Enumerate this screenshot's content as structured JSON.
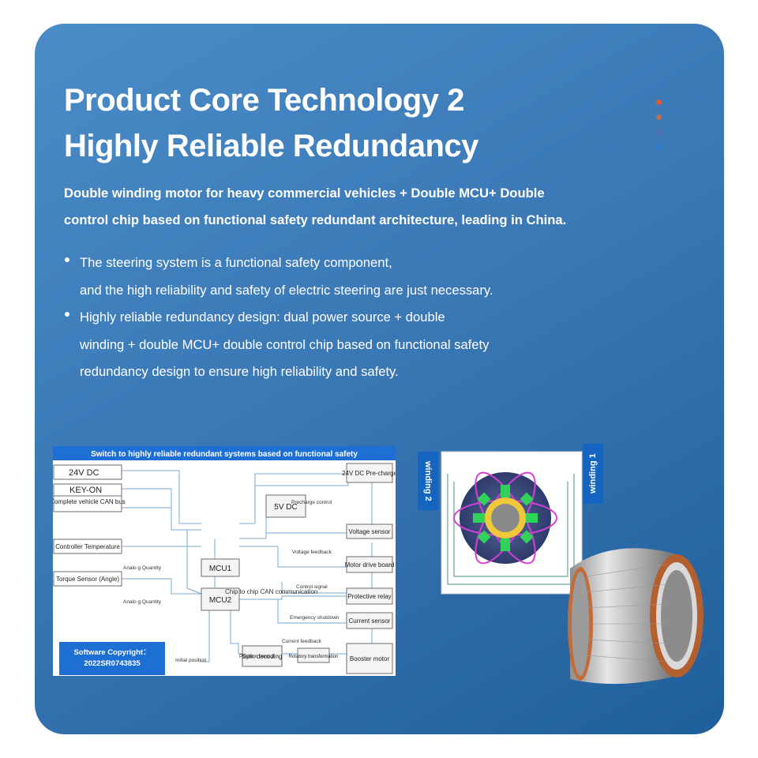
{
  "title": {
    "line1": "Product Core Technology 2",
    "line2": "Highly Reliable Redundancy"
  },
  "page_dots": [
    "#e85a2a",
    "#c06a50",
    "#5b6cab",
    "#2a7bd8"
  ],
  "subtitle": {
    "line1": "Double winding motor for heavy commercial vehicles + Double MCU+ Double",
    "line2": "control chip based on functional safety redundant architecture, leading in China."
  },
  "bullets": [
    {
      "lines": [
        "The steering system is a functional safety component,",
        "and the high reliability and safety of electric steering are just necessary."
      ]
    },
    {
      "lines": [
        "Highly reliable redundancy design: dual power source + double",
        "winding + double MCU+ double control chip based on functional safety",
        "redundancy design to ensure high reliability and safety."
      ]
    }
  ],
  "diagram": {
    "header": "Switch to highly reliable redundant systems based on functional safety",
    "boxes": {
      "dc24": "24V DC",
      "key_on": "KEY-ON",
      "can_bus": "Complete vehicle CAN bus",
      "controller_temp": "Controller Temperature",
      "torque_sensor": "Torque Sensor (Angle)",
      "dc24_precharge": "24V DC Pre-charge",
      "dc5": "5V DC",
      "mcu1": "MCU1",
      "mcu2": "MCU2",
      "voltage_sensor": "Voltage sensor",
      "motor_drive": "Motor drive board",
      "protective_relay": "Protective relay",
      "current_sensor": "Current sensor",
      "booster_motor": "Booster motor",
      "spin_decoding": "Spin decoding",
      "rotary": "Rotatory transformation"
    },
    "labels": {
      "precharge_control": "Precharge control",
      "voltage_feedback": "Voltage feedback",
      "analog1": "Analo g Quantity",
      "analog2": "Analo g Quantity",
      "chip_can": "Chip to chip CAN communication",
      "control_signal": "Control signal",
      "emergency": "Emergency shutdown",
      "current_feedback": "Current feedback",
      "initial_position": "Initial position",
      "position_control": "Position control"
    },
    "copyright": {
      "line1": "Software Copyright：",
      "line2": "2022SR0743835"
    }
  },
  "motor_image": {
    "tag_left": "winding 2",
    "tag_right": "winding 1"
  }
}
